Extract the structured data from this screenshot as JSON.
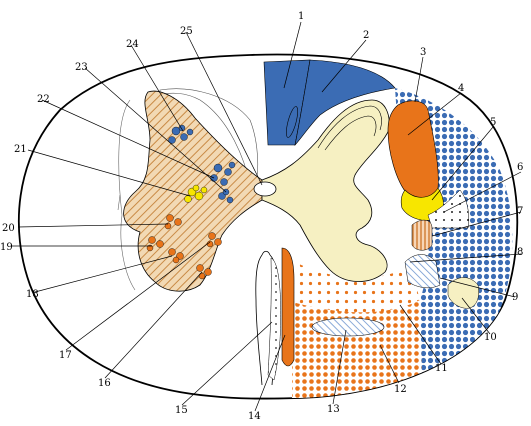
{
  "labels": [
    "1",
    "2",
    "3",
    "4",
    "5",
    "6",
    "7",
    "8",
    "9",
    "10",
    "11",
    "12",
    "13",
    "14",
    "15",
    "16",
    "17",
    "18",
    "19",
    "20",
    "21",
    "22",
    "23",
    "24",
    "25"
  ],
  "colors": {
    "white_matter_outline": "#000000",
    "blue_tract": "#3b6cb4",
    "orange_tract": "#e8741a",
    "yellow_tract": "#f7e600",
    "cream_gray": "#f6f0c2",
    "tan_hatch": "#e6b07a",
    "light_blue_hatch": "#8fb4e0"
  }
}
